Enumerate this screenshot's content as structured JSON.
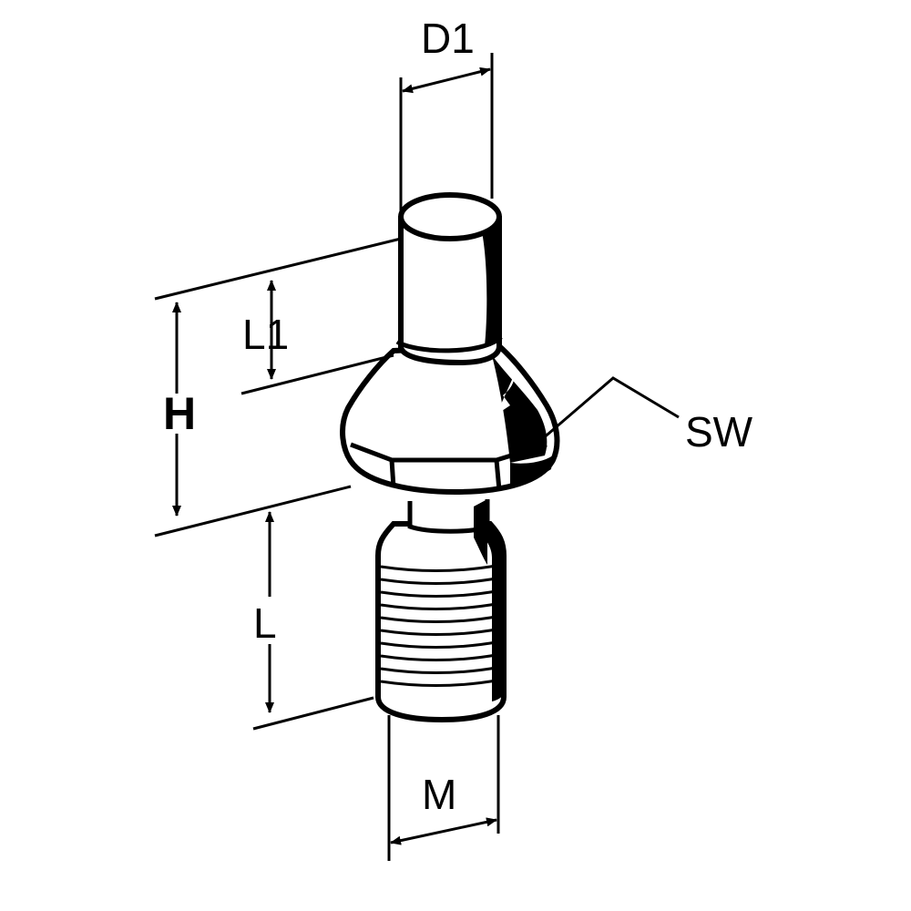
{
  "diagram": {
    "labels": {
      "d1": "D1",
      "l1": "L1",
      "h": "H",
      "sw": "SW",
      "l": "L",
      "m": "M"
    },
    "colors": {
      "ink": "#000000",
      "paper": "#ffffff"
    }
  }
}
